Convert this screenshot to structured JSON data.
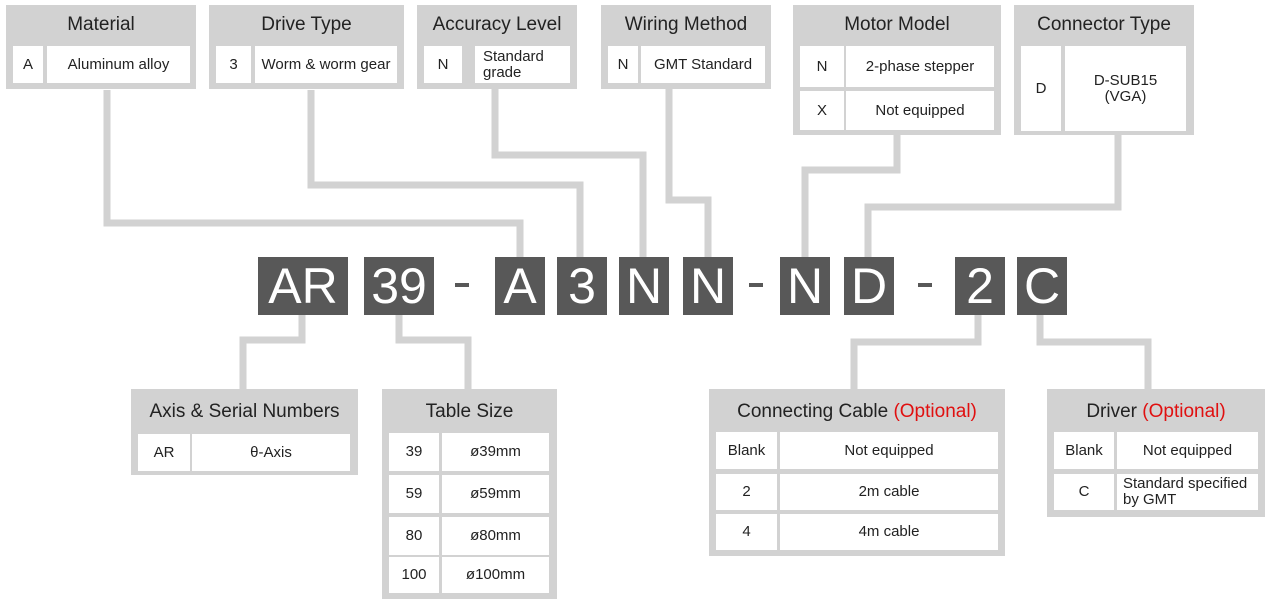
{
  "colors": {
    "code_bg": "#585858",
    "box_bg": "#d2d2d2",
    "line": "#d2d2d2",
    "optional": "#e01010"
  },
  "code": {
    "segments": [
      "AR",
      "39",
      "A",
      "3",
      "N",
      "N",
      "N",
      "D",
      "2",
      "C"
    ],
    "separator": "-"
  },
  "material": {
    "title": "Material",
    "rows": [
      {
        "code": "A",
        "desc": "Aluminum alloy"
      }
    ]
  },
  "drive_type": {
    "title": "Drive Type",
    "rows": [
      {
        "code": "3",
        "desc": "Worm & worm gear"
      }
    ]
  },
  "accuracy_level": {
    "title": "Accuracy Level",
    "rows": [
      {
        "code": "N",
        "desc": "Standard grade"
      }
    ]
  },
  "wiring_method": {
    "title": "Wiring Method",
    "rows": [
      {
        "code": "N",
        "desc": "GMT Standard"
      }
    ]
  },
  "motor_model": {
    "title": "Motor Model",
    "rows": [
      {
        "code": "N",
        "desc": "2-phase stepper"
      },
      {
        "code": "X",
        "desc": "Not equipped"
      }
    ]
  },
  "connector_type": {
    "title": "Connector Type",
    "rows": [
      {
        "code": "D",
        "desc": "D-SUB15 (VGA)"
      }
    ]
  },
  "axis_serial": {
    "title": "Axis & Serial Numbers",
    "rows": [
      {
        "code": "AR",
        "desc": "θ-Axis"
      }
    ]
  },
  "table_size": {
    "title": "Table Size",
    "rows": [
      {
        "code": "39",
        "desc": "ø39mm"
      },
      {
        "code": "59",
        "desc": "ø59mm"
      },
      {
        "code": "80",
        "desc": "ø80mm"
      },
      {
        "code": "100",
        "desc": "ø100mm"
      }
    ]
  },
  "connecting_cable": {
    "title": "Connecting Cable",
    "optional": "(Optional)",
    "rows": [
      {
        "code": "Blank",
        "desc": "Not equipped"
      },
      {
        "code": "2",
        "desc": "2m cable"
      },
      {
        "code": "4",
        "desc": "4m cable"
      }
    ]
  },
  "driver": {
    "title": "Driver",
    "optional": "(Optional)",
    "rows": [
      {
        "code": "Blank",
        "desc": "Not equipped"
      },
      {
        "code": "C",
        "desc": "Standard specified by GMT"
      }
    ]
  }
}
